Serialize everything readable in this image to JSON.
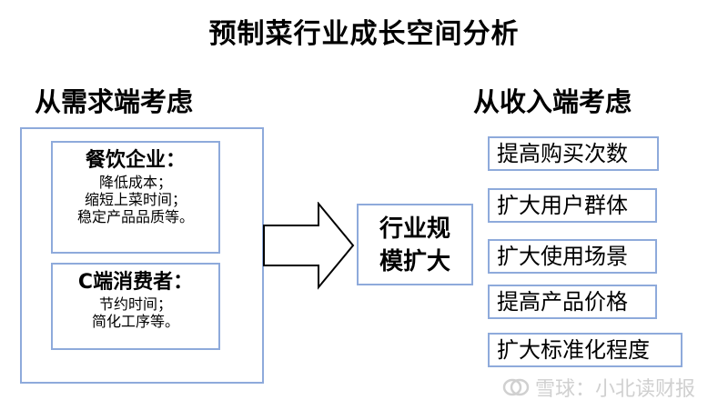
{
  "title": "预制菜行业成长空间分析",
  "demand": {
    "heading": "从需求端考虑",
    "catering": {
      "title": "餐饮企业：",
      "lines": [
        "降低成本；",
        "缩短上菜时间；",
        "稳定产品品质等。"
      ]
    },
    "consumer": {
      "title": "C端消费者：",
      "lines": [
        "节约时间；",
        "简化工序等。"
      ]
    }
  },
  "center": {
    "lines": [
      "行业规",
      "模扩大"
    ]
  },
  "supply": {
    "heading": "从收入端考虑",
    "items": [
      "提高购买次数",
      "扩大用户群体",
      "扩大使用场景",
      "提高产品价格",
      "扩大标准化程度"
    ]
  },
  "watermark": {
    "text": "雪球：小北读财报",
    "icon": "snowball-logo-icon"
  },
  "colors": {
    "border": "#8eaadb",
    "arrow_stroke": "#000000",
    "watermark": "#d0d0d0"
  }
}
